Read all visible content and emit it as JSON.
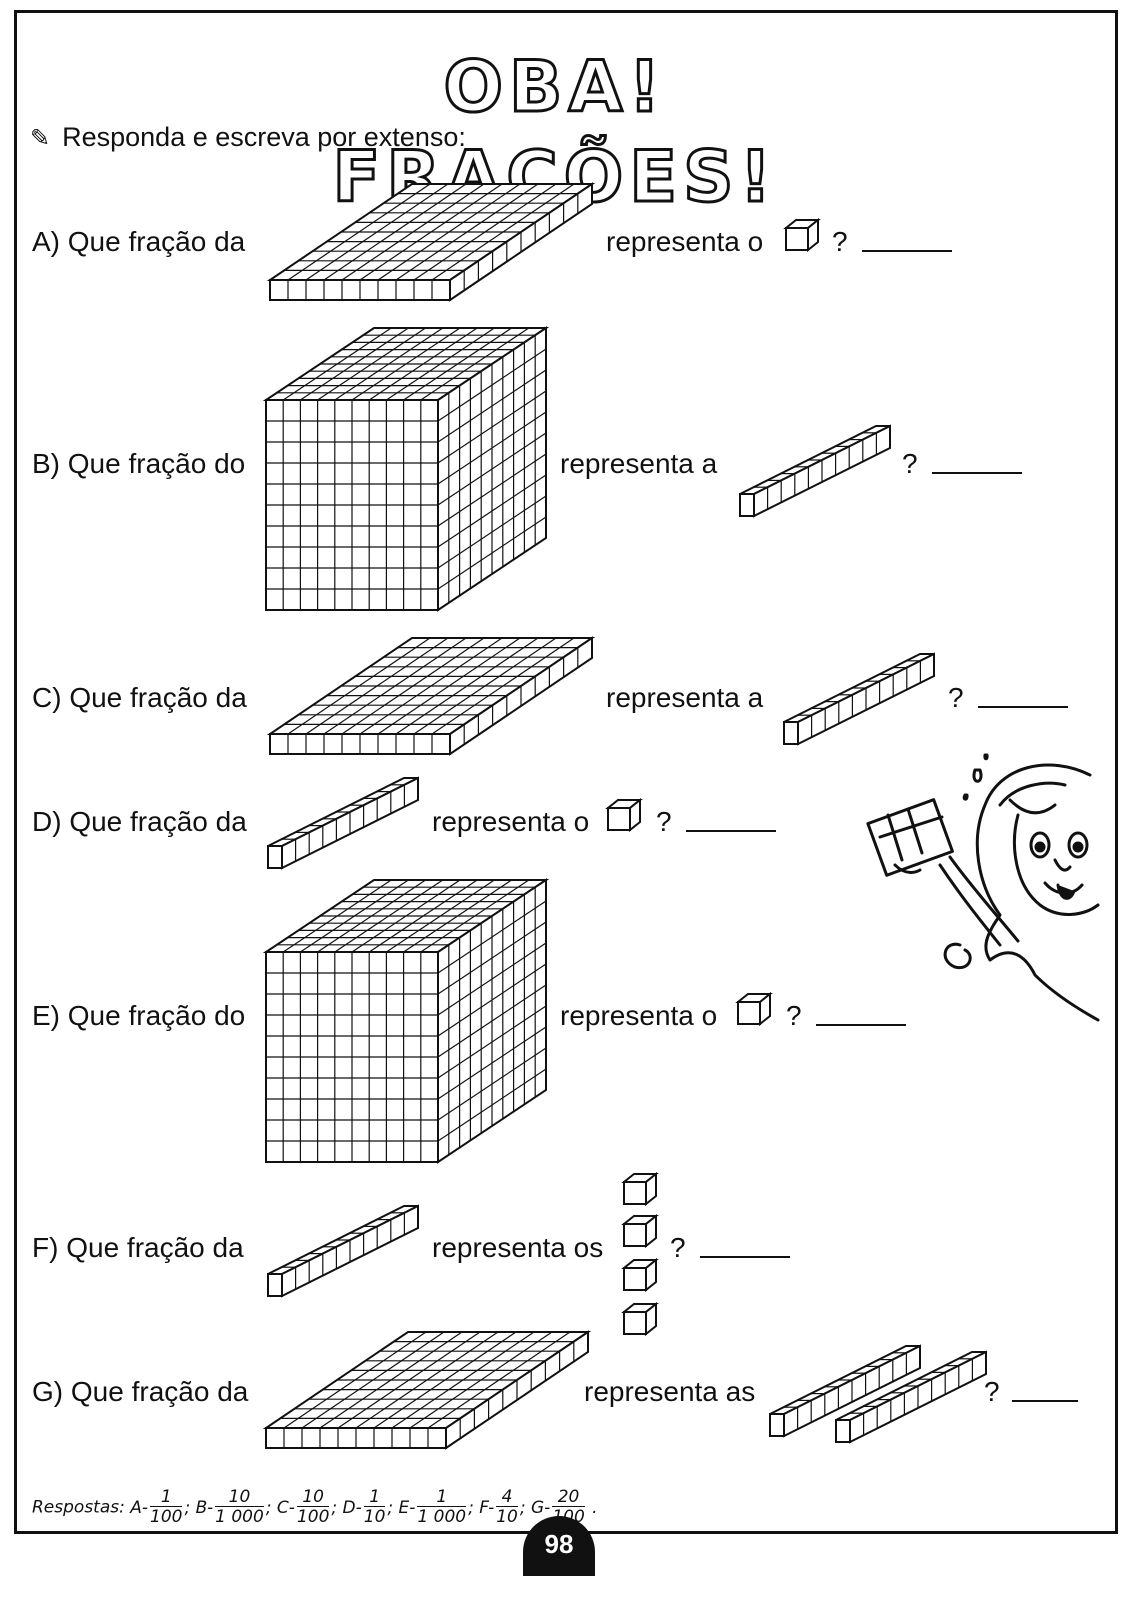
{
  "header": {
    "title": "OBA! FRAÇÕES!"
  },
  "instruction": "Responda e escreva por extenso:",
  "questions": [
    {
      "letter": "A)",
      "lead": "Que fração da",
      "mid": "representa o",
      "end": "?"
    },
    {
      "letter": "B)",
      "lead": "Que fração do",
      "mid": "representa a",
      "end": "?"
    },
    {
      "letter": "C)",
      "lead": "Que fração da",
      "mid": "representa a",
      "end": "?"
    },
    {
      "letter": "D)",
      "lead": "Que fração da",
      "mid": "representa o",
      "end": "?"
    },
    {
      "letter": "E)",
      "lead": "Que fração do",
      "mid": "representa o",
      "end": "?"
    },
    {
      "letter": "F)",
      "lead": "Que fração da",
      "mid": "representa os",
      "end": "?"
    },
    {
      "letter": "G)",
      "lead": "Que fração da",
      "mid": "representa as",
      "end": "?"
    }
  ],
  "answers": {
    "label": "Respostas:",
    "items": [
      {
        "key": "A-",
        "num": "1",
        "den": "100"
      },
      {
        "key": "B-",
        "num": "10",
        "den": "1 000"
      },
      {
        "key": "C-",
        "num": "10",
        "den": "100"
      },
      {
        "key": "D-",
        "num": "1",
        "den": "10"
      },
      {
        "key": "E-",
        "num": "1",
        "den": "1 000"
      },
      {
        "key": "F-",
        "num": "4",
        "den": "10"
      },
      {
        "key": "G-",
        "num": "20",
        "den": "100"
      }
    ]
  },
  "page_number": "98",
  "icons": [
    "pencil-icon",
    "flat-block",
    "cube-block",
    "rod-block",
    "unit-cube",
    "girl-illustration"
  ]
}
